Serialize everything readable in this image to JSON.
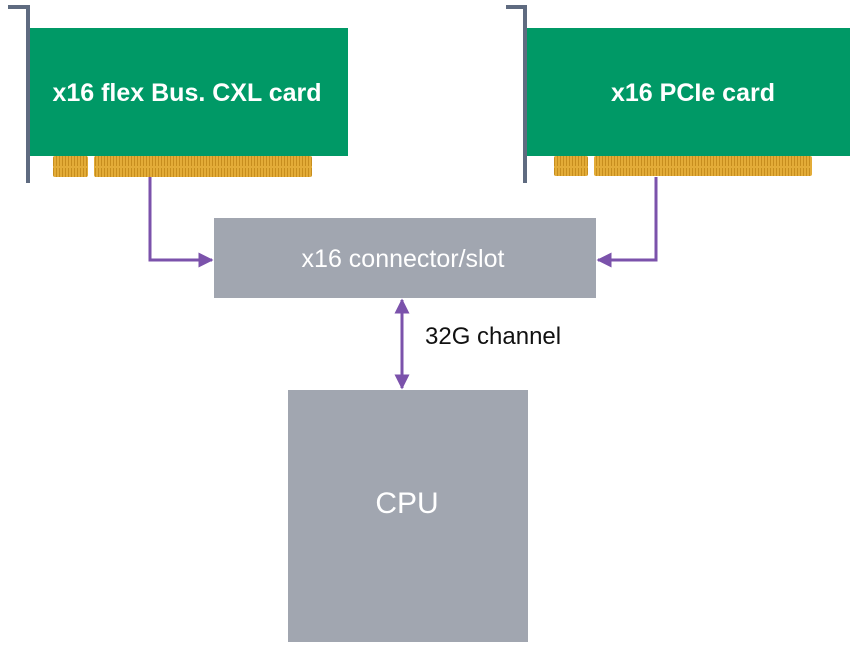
{
  "diagram": {
    "colors": {
      "card_green": "#009966",
      "gold_fingers": "#E0A830",
      "bracket": "#5F6B80",
      "box_gray": "#A1A6B0",
      "arrow_purple": "#7B52AB",
      "label_white": "#FFFFFF",
      "edge_label": "#111111"
    },
    "nodes": {
      "cxl_card": {
        "label": "x16 flex Bus. CXL card",
        "kind": "expansion-card"
      },
      "pcie_card": {
        "label": "x16 PCIe card",
        "kind": "expansion-card"
      },
      "connector": {
        "label": "x16 connector/slot",
        "kind": "box"
      },
      "cpu": {
        "label": "CPU",
        "kind": "box"
      }
    },
    "edges": [
      {
        "from": "cxl_card",
        "to": "connector",
        "direction": "forward",
        "label": ""
      },
      {
        "from": "pcie_card",
        "to": "connector",
        "direction": "forward",
        "label": ""
      },
      {
        "from": "connector",
        "to": "cpu",
        "direction": "bidirectional",
        "label": "32G channel"
      }
    ]
  }
}
